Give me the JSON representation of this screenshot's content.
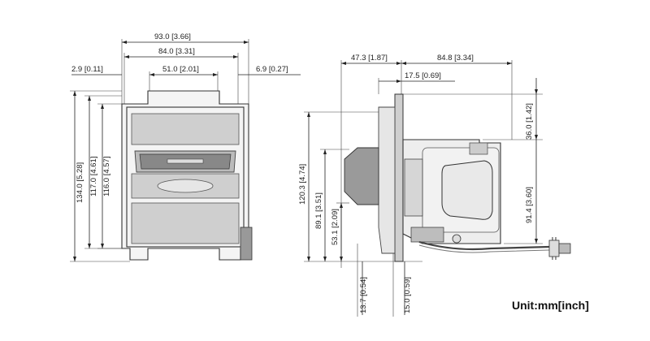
{
  "front_view": {
    "dim_width_overall": "93.0 [3.66]",
    "dim_width_body": "84.0 [3.31]",
    "dim_width_slot": "51.0 [2.01]",
    "dim_left_offset": "2.9 [0.11]",
    "dim_right_offset": "6.9 [0.27]",
    "dim_height_overall": "134.0 [5.28]",
    "dim_height_117": "117.0 [4.61]",
    "dim_height_116": "116.0 [4.57]"
  },
  "side_view": {
    "dim_front_depth": "47.3 [1.87]",
    "dim_rear_depth": "84.8 [3.34]",
    "dim_bezel_depth": "17.5 [0.69]",
    "dim_36": "36.0 [1.42]",
    "dim_91": "91.4 [3.60]",
    "dim_120": "120.3 [4.74]",
    "dim_89": "89.1 [3.51]",
    "dim_53": "53.1 [2.09]",
    "dim_13": "13.7 [0.54]",
    "dim_15": "15.0 [0.59]"
  },
  "unit_label": "Unit:mm[inch]"
}
